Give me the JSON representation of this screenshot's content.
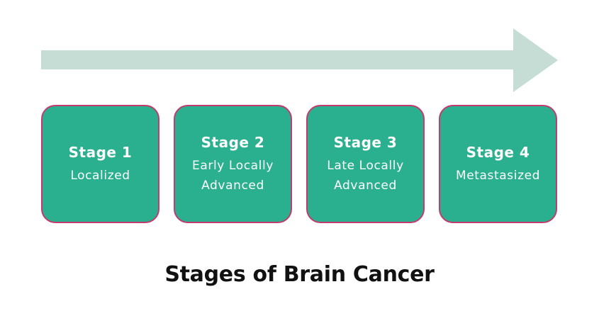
{
  "colors": {
    "arrow": "#c5ddd4",
    "box_fill": "#2bb08f",
    "box_border": "#c13b6e",
    "box_text": "#ffffff",
    "title_text": "#111111"
  },
  "stages": [
    {
      "title": "Stage 1",
      "subtitle": "Localized"
    },
    {
      "title": "Stage 2",
      "subtitle": "Early Locally\nAdvanced"
    },
    {
      "title": "Stage 3",
      "subtitle": "Late Locally\nAdvanced"
    },
    {
      "title": "Stage 4",
      "subtitle": "Metastasized"
    }
  ],
  "title": "Stages of Brain Cancer"
}
